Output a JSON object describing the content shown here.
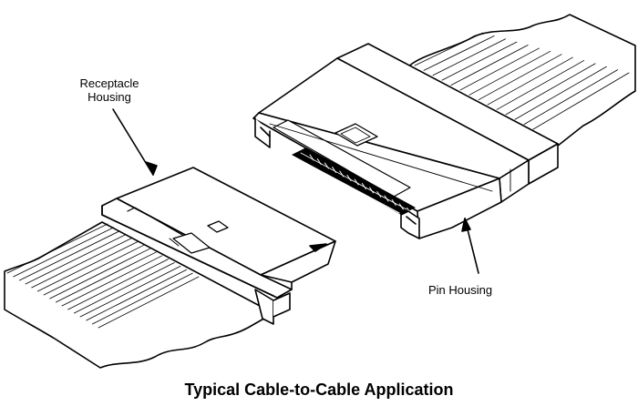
{
  "labels": {
    "receptacle_line1": "Receptacle",
    "receptacle_line2": "Housing",
    "pin": "Pin Housing"
  },
  "caption": "Typical Cable-to-Cable Application",
  "colors": {
    "ink": "#000000",
    "paper": "#ffffff"
  }
}
